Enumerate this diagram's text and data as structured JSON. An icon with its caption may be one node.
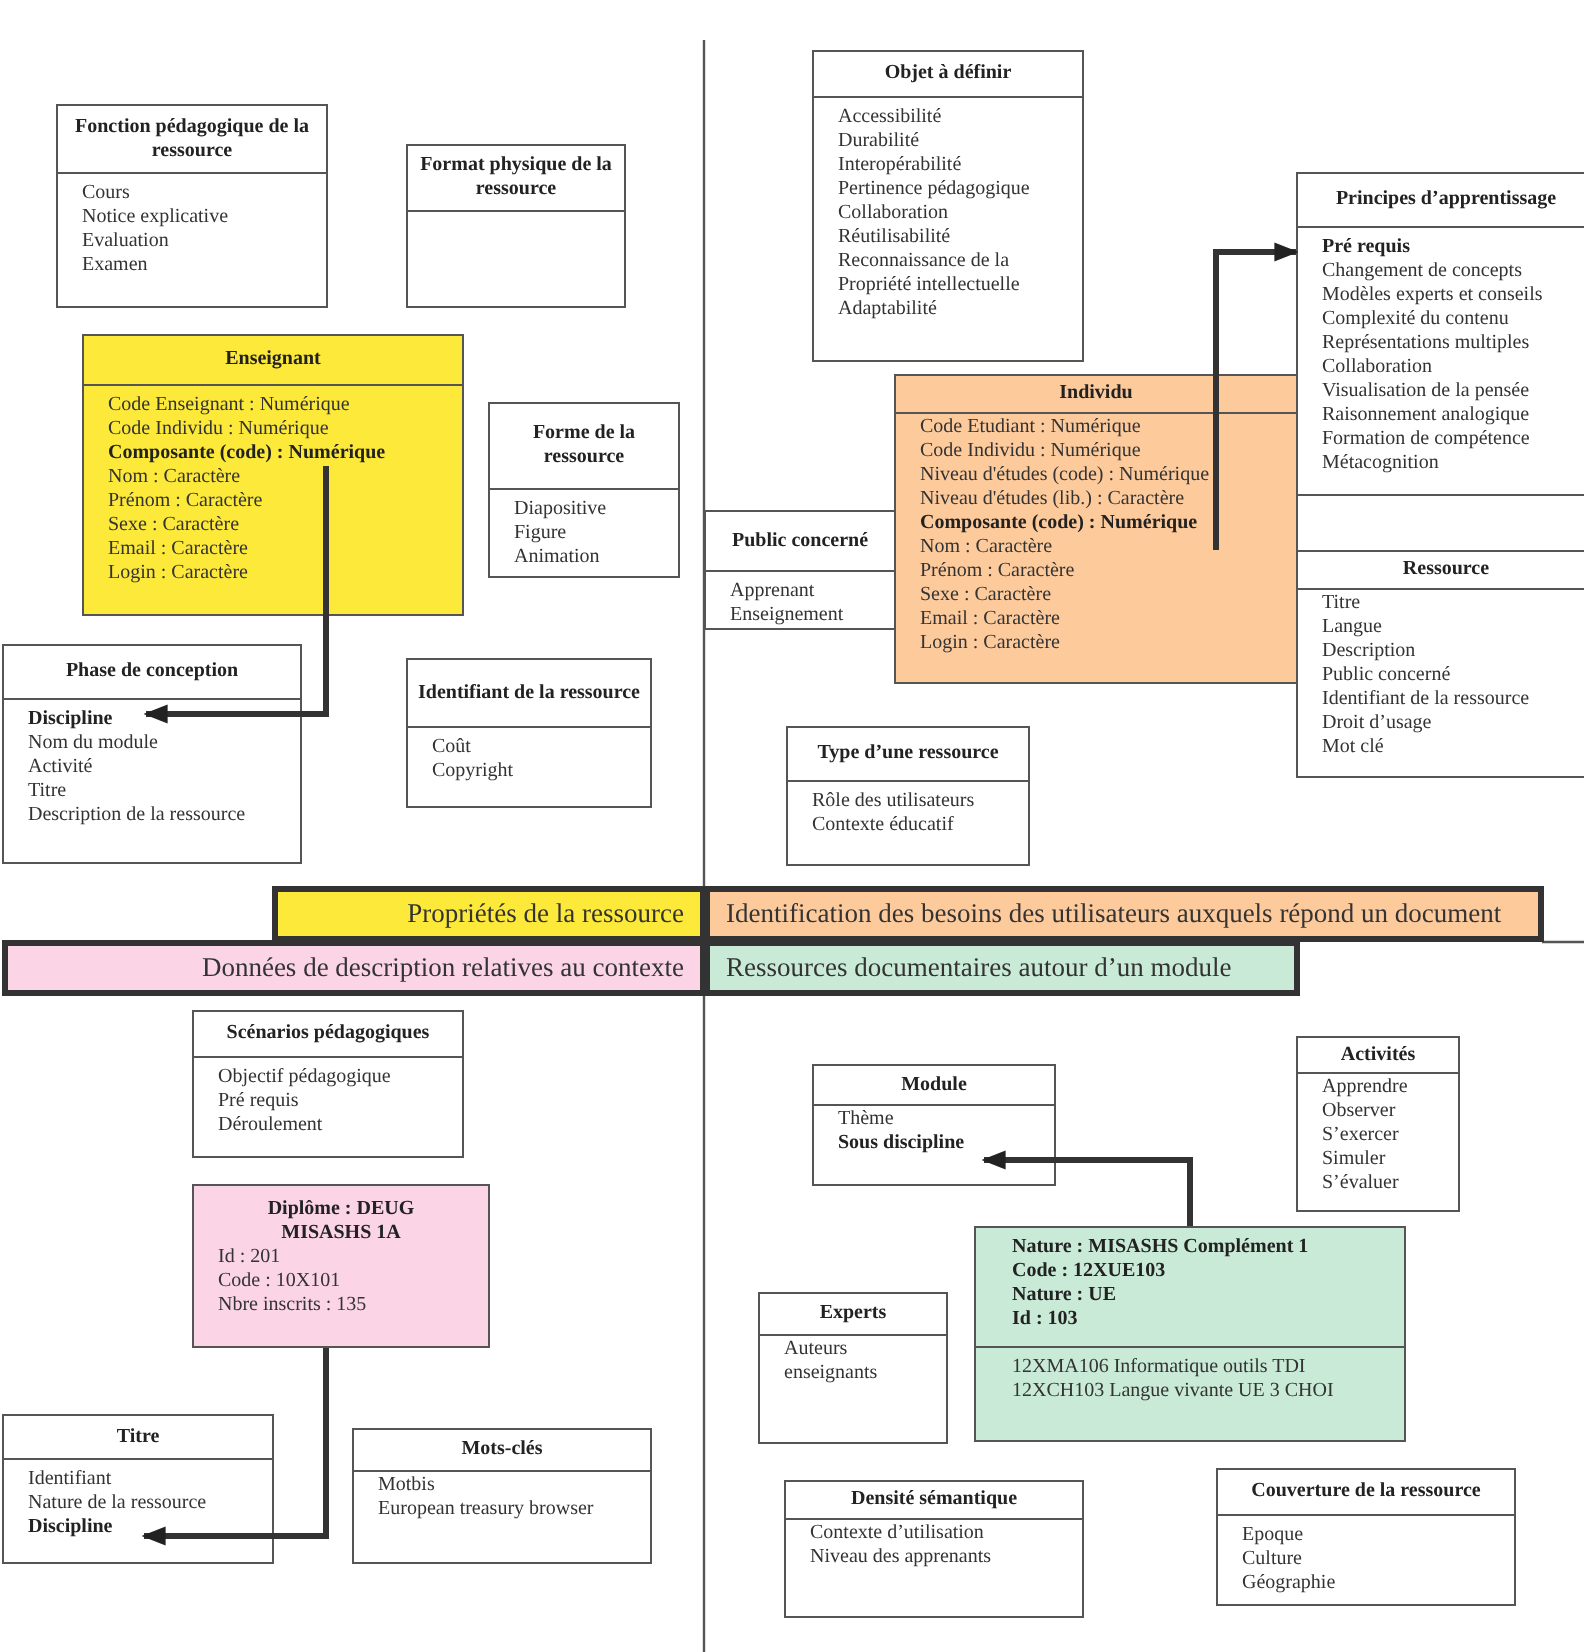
{
  "diagram": {
    "nodes": [
      {
        "text": [
          "Objet à définir",
          "Accessibilité",
          "Durabilité",
          "Interopérabilité",
          "Pertinence pédagogique",
          "Collaboration",
          "Réutilisabilité",
          "Reconnaissance de la Propriété intellectuelle",
          "Adaptabilité"
        ]
      },
      {
        "text": [
          "Fonction pédagogique de la ressource",
          "Cours",
          "Notice explicative",
          "Evaluation",
          "Examen"
        ]
      },
      {
        "text": [
          "Format physique de la ressource"
        ]
      },
      {
        "text": [
          "Principes d’apprentissage",
          "Pré requis",
          "Changement de concepts",
          "Modèles experts et conseils",
          "Complexité du contenu",
          "Représentations multiples",
          "Collaboration",
          "Visualisation de la pensée",
          "Raisonnement analogique",
          "Formation de compétence",
          "Métacognition"
        ]
      },
      {
        "text": [
          "Enseignant",
          "Code Enseignant : Numérique",
          "Code Individu : Numérique",
          "Composante (code) : Numérique",
          "Nom : Caractère",
          "Prénom : Caractère",
          "Sexe : Caractère",
          "Email : Caractère",
          "Login : Caractère"
        ]
      },
      {
        "text": [
          "Individu",
          "Code Etudiant : Numérique",
          "Code Individu : Numérique",
          "Niveau d'études (code) : Numérique",
          "Niveau d'études (lib.) : Caractère",
          "Composante (code) : Numérique",
          "Nom : Caractère",
          "Prénom : Caractère",
          "Sexe : Caractère",
          "Email : Caractère",
          "Login : Caractère"
        ]
      },
      {
        "text": [
          "Forme de la ressource",
          "Diapositive",
          "Figure",
          "Animation"
        ]
      },
      {
        "text": [
          "Public concerné",
          "Apprenant",
          "Enseignement"
        ]
      },
      {
        "text": [
          "Ressource",
          "Titre",
          "Langue",
          "Description",
          "Public concerné",
          "Identifiant de la ressource",
          "Droit d’usage",
          "Mot clé"
        ]
      },
      {
        "text": [
          "Phase de conception",
          "Discipline",
          "Nom du module",
          "Activité",
          "Titre",
          "Description de la ressource"
        ]
      },
      {
        "text": [
          "Identifiant de la ressource",
          "Coût",
          "Copyright"
        ]
      },
      {
        "text": [
          "Type d’une ressource",
          "Rôle des utilisateurs",
          "Contexte éducatif"
        ]
      },
      {
        "text": [
          "Propriétés de la ressource"
        ]
      },
      {
        "text": [
          "Identification des besoins des utilisateurs auxquels répond un document"
        ]
      },
      {
        "text": [
          "Données de description relatives au contexte"
        ]
      },
      {
        "text": [
          "Ressources documentaires autour d’un module"
        ]
      },
      {
        "text": [
          "Scénarios pédagogiques",
          "Objectif pédagogique",
          "Pré requis",
          "Déroulement"
        ]
      },
      {
        "text": [
          "Activités",
          "Apprendre",
          "Observer",
          "S’exercer",
          "Simuler",
          "S’évaluer"
        ]
      },
      {
        "text": [
          "Module",
          "Thème",
          "Sous discipline"
        ]
      },
      {
        "text": [
          "Diplôme : DEUG MISASHS 1A",
          "Id : 201",
          "Code : 10X101",
          "Nbre inscrits : 135"
        ]
      },
      {
        "text": [
          "Nature : MISASHS Complément 1",
          "Code : 12XUE103",
          "Nature : UE",
          "Id : 103",
          "12XMA106 Informatique outils TDI",
          "12XCH103 Langue vivante UE 3 CHOI"
        ]
      },
      {
        "text": [
          "Experts",
          "Auteurs enseignants"
        ]
      },
      {
        "text": [
          "Titre",
          "Identifiant",
          "Nature de la ressource",
          "Discipline"
        ]
      },
      {
        "text": [
          "Mots-clés",
          "Motbis",
          "European treasury browser"
        ]
      },
      {
        "text": [
          "Couverture de la ressource",
          "Epoque",
          "Culture",
          "Géographie"
        ]
      },
      {
        "text": [
          "Densité sémantique",
          "Contexte d’utilisation",
          "Niveau des apprenants"
        ]
      }
    ],
    "edges": [
      {
        "from": 4,
        "to": 9,
        "arrow": "to"
      },
      {
        "from": 5,
        "to": 3,
        "arrow": "to"
      },
      {
        "from": 19,
        "to": 22,
        "arrow": "to"
      },
      {
        "from": 20,
        "to": 18,
        "arrow": "to"
      }
    ]
  }
}
